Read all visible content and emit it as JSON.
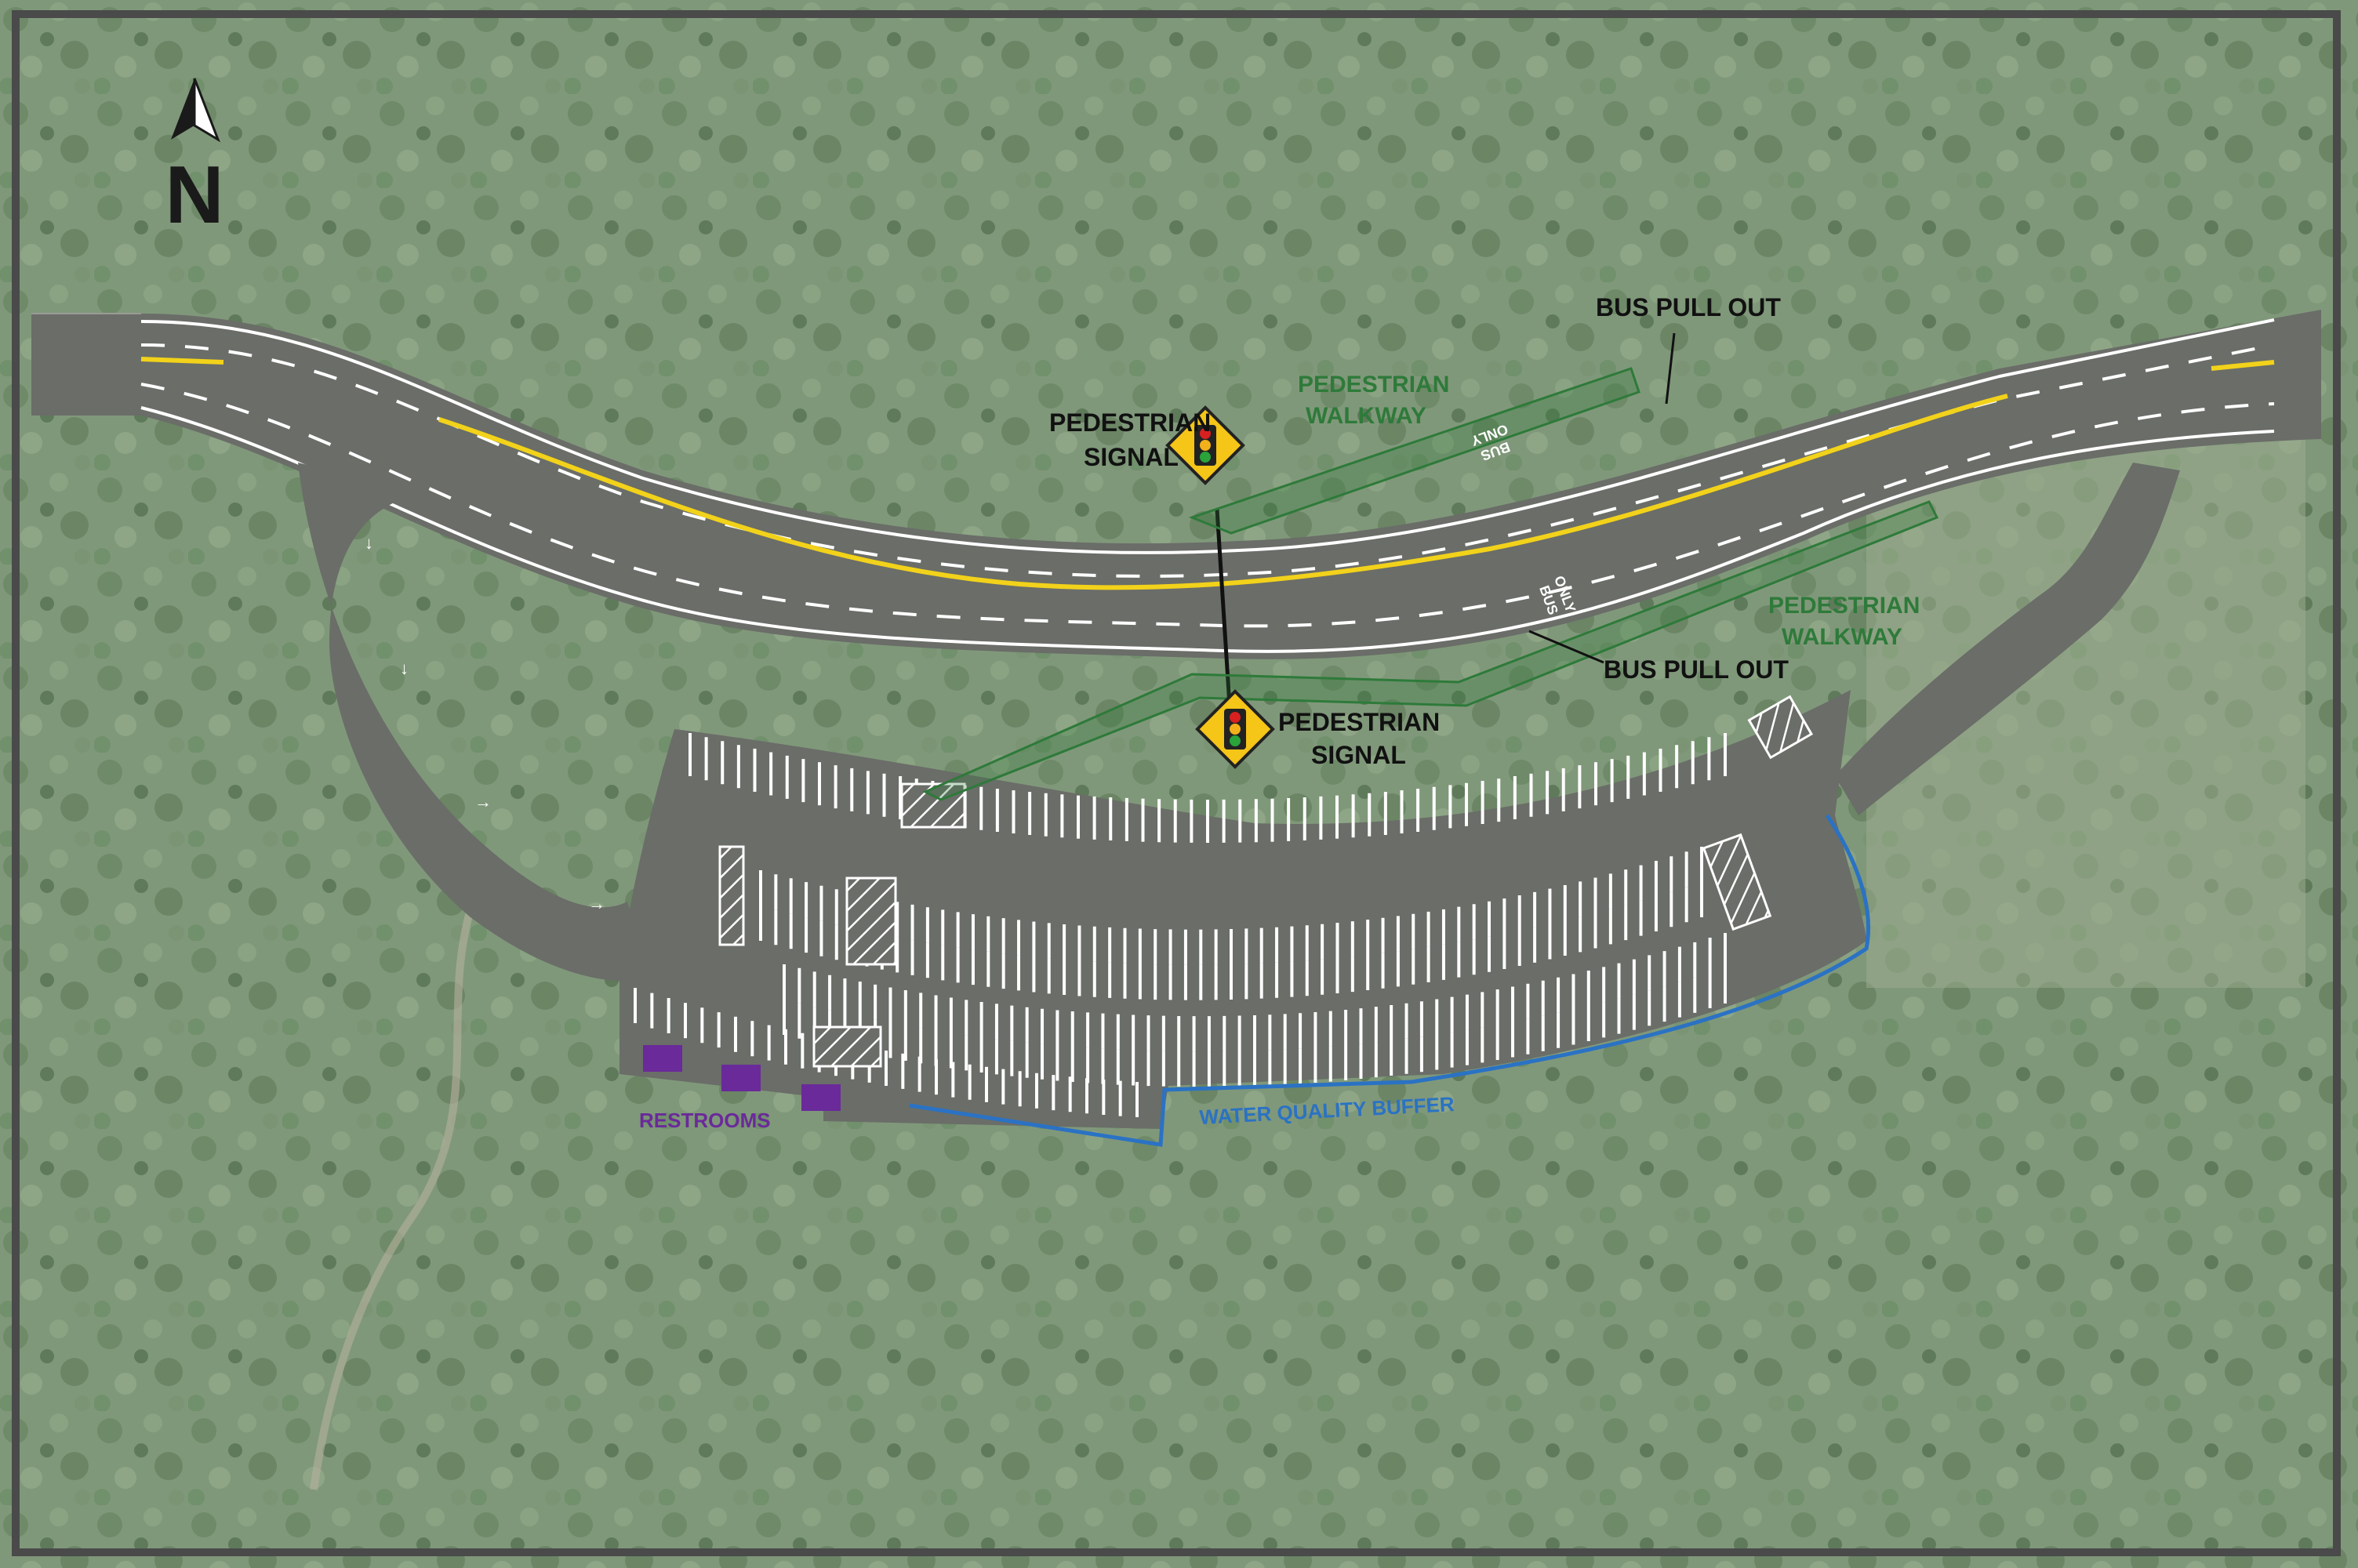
{
  "map": {
    "north_arrow": {
      "letter": "N",
      "icon": "north-arrow-icon"
    },
    "labels": {
      "bus_pull_out_north": "BUS PULL OUT",
      "bus_pull_out_south": "BUS PULL OUT",
      "pedestrian_signal_north_line1": "PEDESTRIAN",
      "pedestrian_signal_north_line2": "SIGNAL",
      "pedestrian_signal_south_line1": "PEDESTRIAN",
      "pedestrian_signal_south_line2": "SIGNAL",
      "pedestrian_walkway_north_line1": "PEDESTRIAN",
      "pedestrian_walkway_north_line2": "WALKWAY",
      "pedestrian_walkway_south_line1": "PEDESTRIAN",
      "pedestrian_walkway_south_line2": "WALKWAY",
      "restrooms": "RESTROOMS",
      "water_quality_buffer": "WATER QUALITY BUFFER",
      "bus_only_north_line1": "BUS",
      "bus_only_north_line2": "ONLY",
      "bus_only_south_line1": "ONLY",
      "bus_only_south_line2": "BUS"
    },
    "colors": {
      "pavement": "#6a6d68",
      "centerline": "#f2d21a",
      "walkway": "#2e7a3a",
      "walkway_label": "#2e7a3a",
      "restrooms": "#6a2a9a",
      "water_buffer": "#2a72c4",
      "vegetation": "#7f9a78",
      "frame": "#4a4a4a"
    }
  }
}
